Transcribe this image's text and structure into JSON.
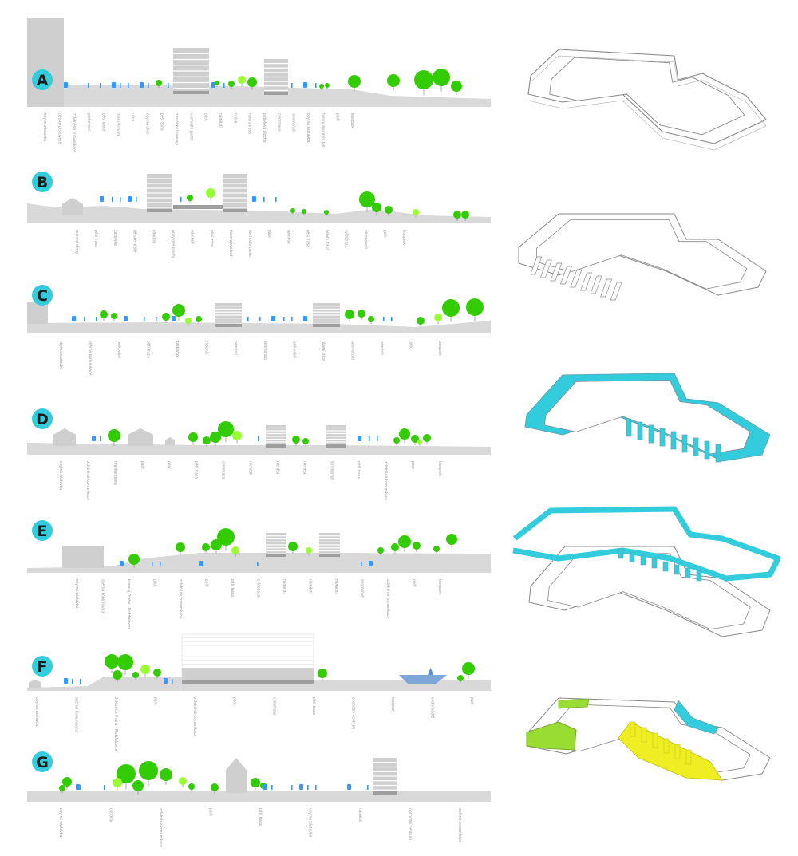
{
  "colors": {
    "ground": "#d9d9d9",
    "building": "#cfcfcf",
    "building_line": "#ffffff",
    "slab": "#9e9e9e",
    "tree": "#33cc00",
    "tree_light": "#99ff33",
    "people": "#3399ff",
    "water": "#7fa6d9",
    "badge": "#33ccdd",
    "label": "#9a9a9a",
    "hl_cyan": "#33ccdd",
    "hl_green": "#99dd33",
    "hl_yellow": "#eeee22",
    "outline": "#888888"
  },
  "sections": [
    {
      "letter": "A",
      "labels": [
        "obytní zástavba",
        "dětské pískoviště",
        "zklidněná komunikace",
        "parkování",
        "pěší trasa",
        "stání vozidel",
        "ulice",
        "obytná ulice",
        "pěší zóna",
        "zastávka tramvaje",
        "obchodní parter",
        "park",
        "náměstí",
        "hřiště",
        "hlavní trasa",
        "pobytová plocha",
        "cyklotrasa",
        "stromořadí",
        "obytná zástavba",
        "hlavní dopravní tah",
        "park",
        "lesopark"
      ]
    },
    {
      "letter": "B",
      "labels": [
        "rodinné domy",
        "pěší trasa",
        "zastávka",
        "dětské hřiště",
        "chodník",
        "pobytové plochy",
        "náměstí",
        "pěší zóna",
        "tramvajová trať",
        "obchodní parter",
        "park",
        "náměstí",
        "pěší trasa",
        "hlavní trasa",
        "cyklotrasa",
        "stromořadí",
        "park",
        "lesopark"
      ]
    },
    {
      "letter": "C",
      "labels": [
        "obytná zástavba",
        "sběrná komunikace",
        "parkování",
        "pěší trasa",
        "zastávka",
        "chodník",
        "náměstí",
        "stromořadí",
        "parkování",
        "hlavní ulice",
        "stromořadí",
        "náměstí",
        "park",
        "lesopark"
      ]
    },
    {
      "letter": "D",
      "labels": [
        "obytná zástavba",
        "zklidněná komunikace",
        "rodinné domy",
        "park",
        "park",
        "pěší trasa",
        "cyklotrasa",
        "náměstí",
        "náměstí",
        "náměstí",
        "stromořadí",
        "pěší trasa",
        "zklidněná komunikace",
        "park",
        "lesopark"
      ]
    },
    {
      "letter": "E",
      "labels": [
        "obytná zástavba",
        "sběrná komunikace",
        "tramvaj Praha - Rožďalovice",
        "park",
        "zklidněná komunikace",
        "park",
        "pěší trasa",
        "cyklotrasa",
        "náměstí",
        "náměstí",
        "náměstí",
        "stromořadí",
        "zklidněná komunikace",
        "park",
        "lesopark"
      ]
    },
    {
      "letter": "F",
      "labels": [
        "obytná zástavba",
        "sběrná komunikace",
        "železnice Praha - Rožďalovice",
        "park",
        "zklidněná komunikace",
        "park",
        "cyklotrasa",
        "pěší trasa",
        "obchodní centrum",
        "lesopark",
        "vodní nádrž",
        "park"
      ]
    },
    {
      "letter": "G",
      "labels": [
        "obytná zástavba",
        "chodník",
        "zklidněná komunikace",
        "park",
        "pěší trasa",
        "obytná zástavba",
        "náměstí",
        "obchodní centrum",
        "sběrná komunikace"
      ]
    }
  ]
}
